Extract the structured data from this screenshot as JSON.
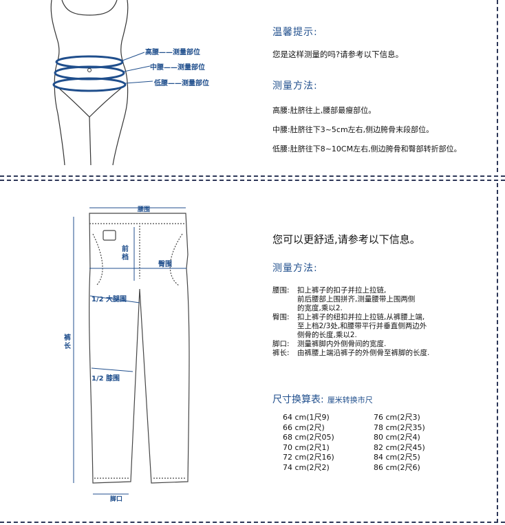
{
  "top": {
    "figure_labels": {
      "high": "高腰——测量部位",
      "mid": "中腰——测量部位",
      "low": "低腰——测量部位"
    },
    "tip_title": "温馨提示:",
    "tip_text": "您是这样测量的吗?请参考以下信息。",
    "method_title": "测量方法:",
    "methods": [
      "高腰:肚脐往上,腰部最瘦部位。",
      "中腰:肚脐往下3~5cm左右,侧边胯骨末段部位。",
      "低腰:肚脐往下8~10CM左右,侧边胯骨和臀部转折部位。"
    ]
  },
  "bottom": {
    "figure_labels": {
      "waist": "腰围",
      "front_rise": "前\n档",
      "hip": "臀围",
      "thigh": "1/2 大腿围",
      "length": "裤\n长",
      "knee": "1/2 膝围",
      "hem": "脚口"
    },
    "intro": "您可以更舒适,请参考以下信息。",
    "method_title": "测量方法:",
    "methods": [
      {
        "term": "腰围:",
        "lines": [
          "扣上裤子的扣子并拉上拉链,",
          "前后腰部上围拼齐,测量腰带上围两侧",
          "的宽度,乘以2."
        ]
      },
      {
        "term": "臀围:",
        "lines": [
          "扣上裤子的纽扣并拉上拉链,从裤腰上端,",
          "至上档2/3处,和腰带平行并垂直侧两边外",
          "侧骨的长度,乘以2."
        ]
      },
      {
        "term": "脚口:",
        "lines": [
          "测量裤脚内外侧骨间的宽度."
        ]
      },
      {
        "term": "裤长:",
        "lines": [
          "由裤腰上端沿裤子的外侧骨至裤脚的长度."
        ]
      }
    ],
    "conv_title": "尺寸换算表:",
    "conv_subtitle": "厘米转换市尺",
    "conversions_left": [
      "64 cm(1尺9)",
      "66 cm(2尺)",
      "68 cm(2尺05)",
      "70 cm(2尺1)",
      "72 cm(2尺16)",
      "74 cm(2尺2)"
    ],
    "conversions_right": [
      "76 cm(2尺3)",
      "78 cm(2尺35)",
      "80 cm(2尺4)",
      "82 cm(2尺45)",
      "84 cm(2尺5)",
      "86 cm(2尺6)"
    ]
  },
  "colors": {
    "accent": "#1f4e8c",
    "dash": "#2b3556"
  }
}
